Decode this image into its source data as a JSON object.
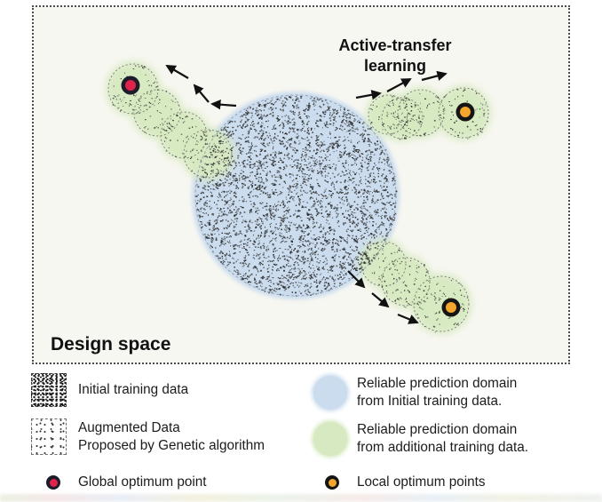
{
  "diagram": {
    "title": "Active-transfer learning",
    "region_label": "Design space"
  },
  "legend": {
    "initial_training": {
      "label": "Initial training data"
    },
    "augmented": {
      "line1": "Augmented Data",
      "line2": "Proposed by Genetic algorithm"
    },
    "global_optimum": {
      "label": "Global optimum point"
    },
    "reliable_initial": {
      "line1": "Reliable prediction domain",
      "line2": "from Initial training data."
    },
    "reliable_additional": {
      "line1": "Reliable prediction domain",
      "line2": "from additional training data."
    },
    "local_optimum": {
      "label": "Local optimum points"
    }
  },
  "colors": {
    "canvas_background": "#f7f7f1",
    "initial_domain_fill": "#cbdcee",
    "additional_domain_fill": "#d6e9c0",
    "stipple_dots": "#2d2d2d",
    "dashed_outline": "#6b6f66",
    "blue_outline": "#8a9aad",
    "global_optimum_fill": "#e02348",
    "local_optimum_fill": "#f2a62c",
    "optimum_ring_dark": "#1c1c2b",
    "optimum_ring_black": "#151515",
    "arrow_color": "#111111"
  }
}
